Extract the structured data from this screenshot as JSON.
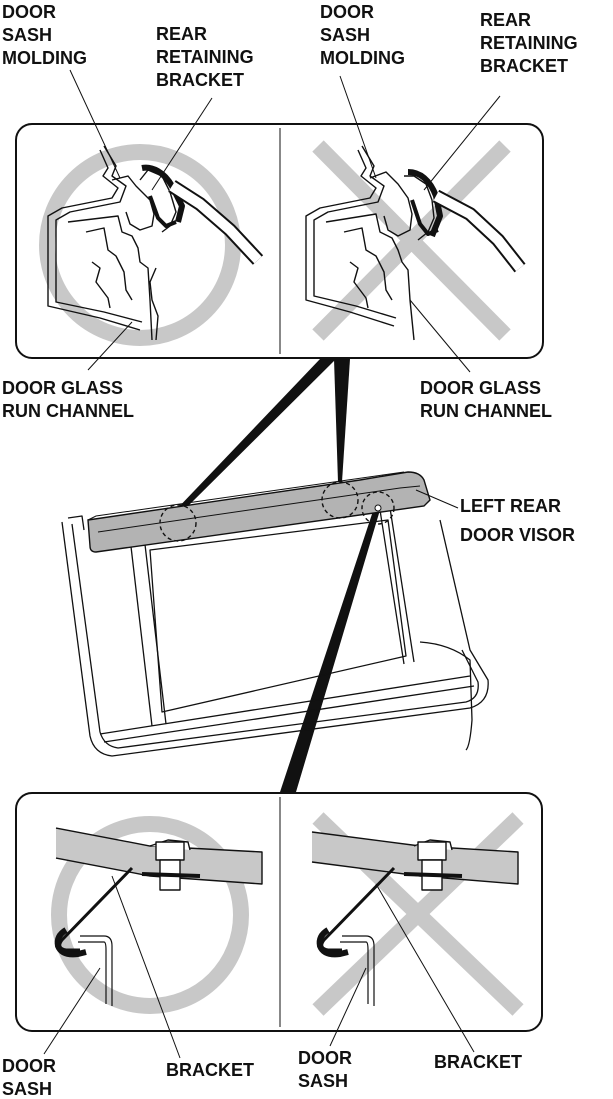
{
  "top_panel": {
    "left": {
      "molding_label": [
        "DOOR",
        "SASH",
        "MOLDING"
      ],
      "bracket_label": [
        "REAR",
        "RETAINING",
        "BRACKET"
      ],
      "channel_label": [
        "DOOR GLASS",
        "RUN CHANNEL"
      ],
      "verdict_icon": "circle-ok-icon"
    },
    "right": {
      "molding_label": [
        "DOOR",
        "SASH",
        "MOLDING"
      ],
      "bracket_label": [
        "REAR",
        "RETAINING",
        "BRACKET"
      ],
      "channel_label": [
        "DOOR GLASS",
        "RUN CHANNEL"
      ],
      "verdict_icon": "cross-ng-icon"
    }
  },
  "door": {
    "visor_label": [
      "LEFT REAR",
      "DOOR VISOR"
    ]
  },
  "bottom_panel": {
    "left": {
      "sash_label": [
        "DOOR",
        "SASH"
      ],
      "bracket_label": "BRACKET",
      "verdict_icon": "circle-ok-icon"
    },
    "right": {
      "sash_label": [
        "DOOR",
        "SASH"
      ],
      "bracket_label": "BRACKET",
      "verdict_icon": "cross-ng-icon"
    }
  },
  "colors": {
    "line": "#111111",
    "verdict_mark": "#c8c8c8",
    "visor_fill": "#b3b3b3"
  }
}
